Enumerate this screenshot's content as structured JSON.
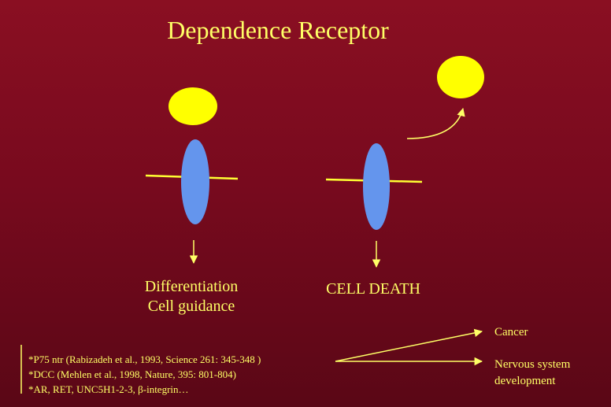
{
  "title": "Dependence Receptor",
  "left_panel": {
    "line1": "Differentiation",
    "line2": "Cell guidance"
  },
  "right_panel": {
    "label": "CELL DEATH"
  },
  "references": [
    "*P75 ntr (Rabizadeh et al., 1993, Science 261: 345-348 )",
    "*DCC (Mehlen et al., 1998, Nature, 395: 801-804)",
    "*AR, RET, UNC5H1-2-3, β-integrin…"
  ],
  "outcomes": {
    "cancer": "Cancer",
    "nervous_line1": "Nervous system",
    "nervous_line2": "development"
  },
  "colors": {
    "background": "#7d0c20",
    "text": "#ffff66",
    "ligand": "#ffff00",
    "receptor": "#6495ed",
    "arrow": "#ffff66"
  }
}
